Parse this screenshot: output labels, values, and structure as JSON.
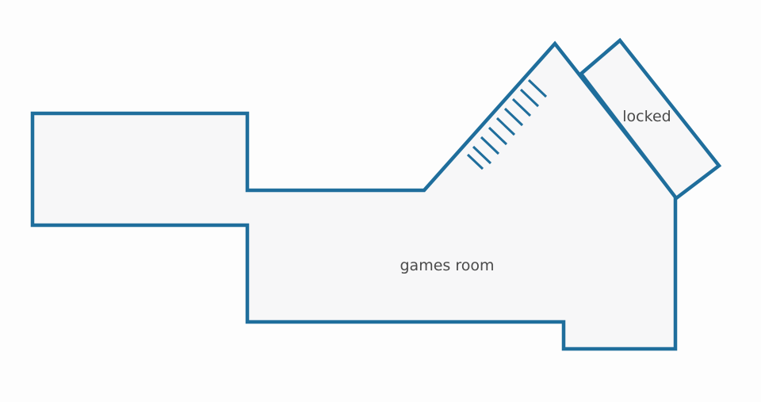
{
  "colors": {
    "wall": "#1f6e9c",
    "floor": "#f7f7f8",
    "background": "#fdfdfd",
    "label": "#4a4a4a"
  },
  "rooms": {
    "main_label": "games room",
    "side_label": "locked"
  },
  "stairs": {
    "icon": "staircase-hatching",
    "step_count": 9
  }
}
